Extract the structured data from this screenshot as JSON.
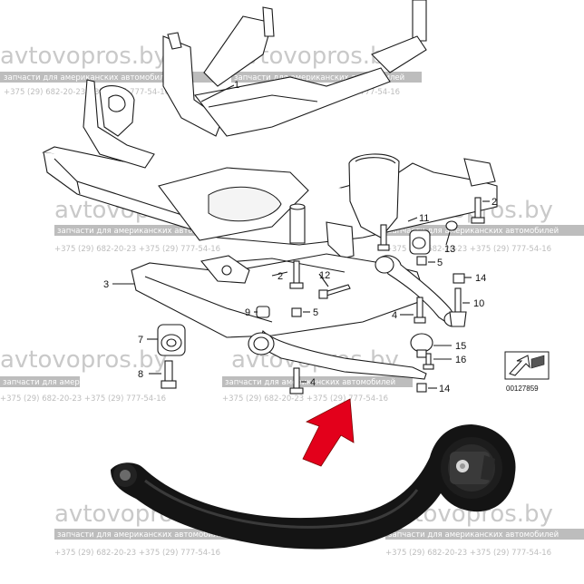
{
  "diagram": {
    "callouts": [
      {
        "id": "c1",
        "label": "1"
      },
      {
        "id": "c2a",
        "label": "2"
      },
      {
        "id": "c2b",
        "label": "2"
      },
      {
        "id": "c3",
        "label": "3"
      },
      {
        "id": "c4a",
        "label": "4"
      },
      {
        "id": "c4b",
        "label": "4"
      },
      {
        "id": "c5a",
        "label": "5"
      },
      {
        "id": "c5b",
        "label": "5"
      },
      {
        "id": "c7",
        "label": "7"
      },
      {
        "id": "c8",
        "label": "8"
      },
      {
        "id": "c9",
        "label": "9"
      },
      {
        "id": "c10",
        "label": "10"
      },
      {
        "id": "c11",
        "label": "11"
      },
      {
        "id": "c12",
        "label": "12"
      },
      {
        "id": "c13",
        "label": "13"
      },
      {
        "id": "c14a",
        "label": "14"
      },
      {
        "id": "c14b",
        "label": "14"
      },
      {
        "id": "c15",
        "label": "15"
      },
      {
        "id": "c16",
        "label": "16"
      }
    ],
    "reference_number": "00127859",
    "highlight_arrow_color": "#e3001b"
  },
  "watermark": {
    "brand": "avtovopros.by",
    "subtitle": "запчасти для американских автомобилей",
    "phones": "+375 (29) 682-20-23  +375 (29) 777-54-16",
    "color": "#c9c9c9"
  }
}
